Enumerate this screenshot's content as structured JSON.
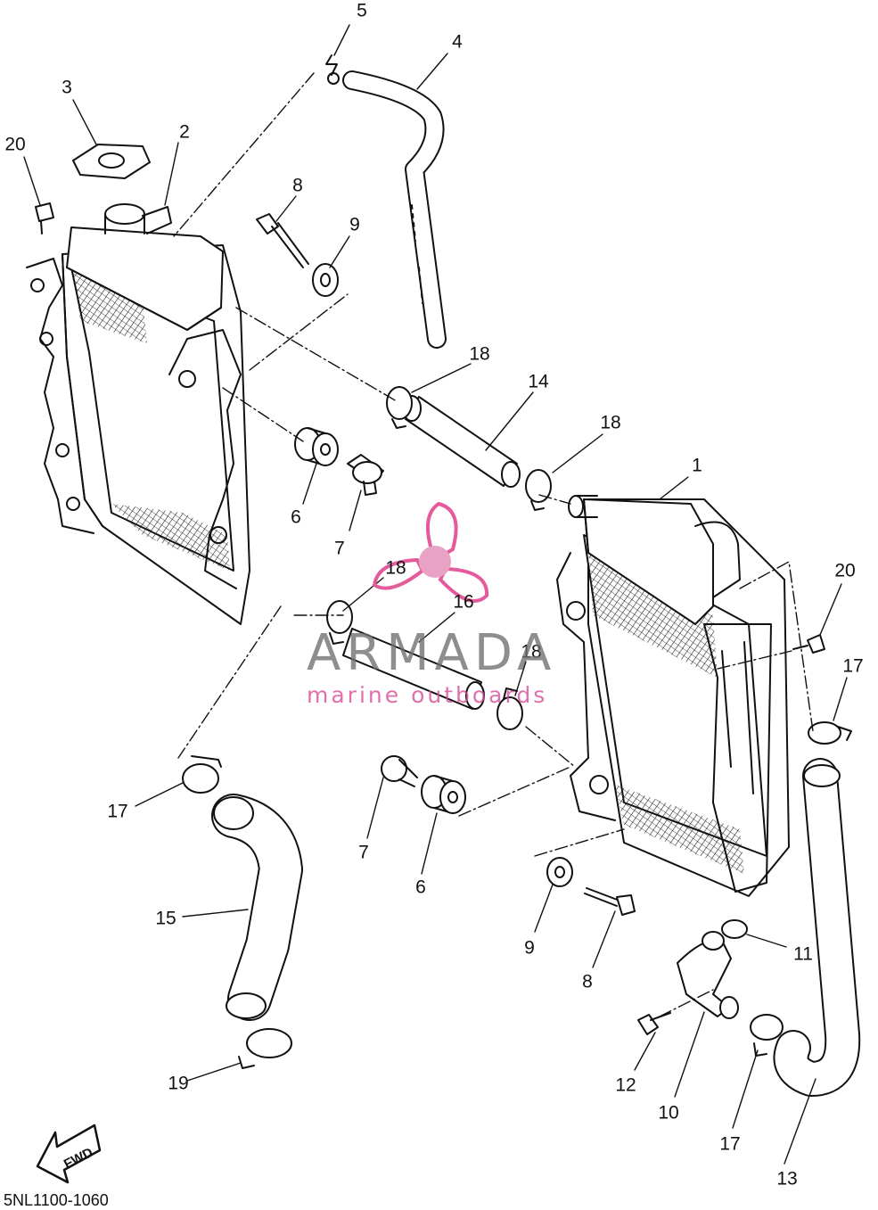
{
  "diagram": {
    "code": "5NL1100-1060",
    "fwd_label": "FWD",
    "watermark": {
      "brand": "ARMADA",
      "tagline": "marine outboards",
      "logo_color": "#e55a9b",
      "brand_color": "#6e6e6e"
    },
    "callouts": [
      {
        "id": "c1",
        "label": "1"
      },
      {
        "id": "c2",
        "label": "2"
      },
      {
        "id": "c3",
        "label": "3"
      },
      {
        "id": "c4",
        "label": "4"
      },
      {
        "id": "c5",
        "label": "5"
      },
      {
        "id": "c6a",
        "label": "6"
      },
      {
        "id": "c6b",
        "label": "6"
      },
      {
        "id": "c7a",
        "label": "7"
      },
      {
        "id": "c7b",
        "label": "7"
      },
      {
        "id": "c8a",
        "label": "8"
      },
      {
        "id": "c8b",
        "label": "8"
      },
      {
        "id": "c9a",
        "label": "9"
      },
      {
        "id": "c9b",
        "label": "9"
      },
      {
        "id": "c10",
        "label": "10"
      },
      {
        "id": "c11",
        "label": "11"
      },
      {
        "id": "c12",
        "label": "12"
      },
      {
        "id": "c13",
        "label": "13"
      },
      {
        "id": "c14",
        "label": "14"
      },
      {
        "id": "c15",
        "label": "15"
      },
      {
        "id": "c16",
        "label": "16"
      },
      {
        "id": "c17a",
        "label": "17"
      },
      {
        "id": "c17b",
        "label": "17"
      },
      {
        "id": "c17c",
        "label": "17"
      },
      {
        "id": "c18a",
        "label": "18"
      },
      {
        "id": "c18b",
        "label": "18"
      },
      {
        "id": "c18c",
        "label": "18"
      },
      {
        "id": "c18d",
        "label": "18"
      },
      {
        "id": "c19",
        "label": "19"
      },
      {
        "id": "c20a",
        "label": "20"
      },
      {
        "id": "c20b",
        "label": "20"
      }
    ]
  }
}
